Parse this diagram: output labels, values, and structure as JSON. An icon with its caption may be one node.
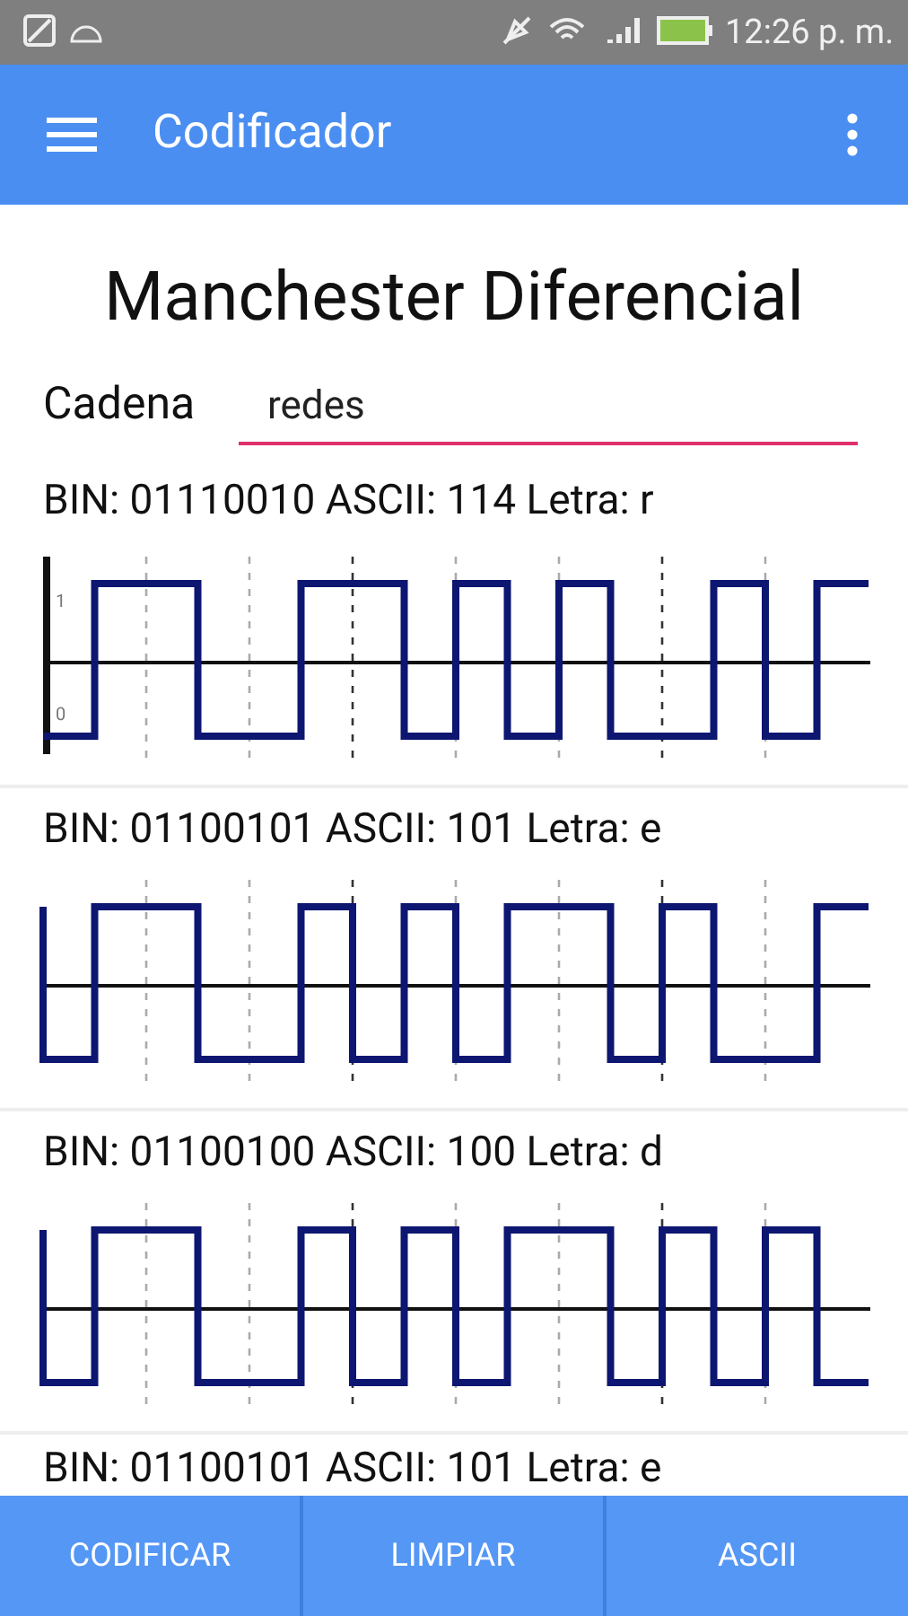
{
  "diagram": {
    "title": "Manchester Diferencial",
    "labels": [
      "12:26 p. m.",
      "Codificador",
      "Cadena",
      "redes",
      "BIN: 01110010 ASCII: 114 Letra: r",
      "1",
      "0",
      "BIN: 01100101 ASCII: 101 Letra: e",
      "BIN: 01100100 ASCII: 100 Letra: d",
      "BIN: 01100101 ASCII: 101 Letra: e",
      "CODIFICAR",
      "LIMPIAR",
      "ASCII"
    ]
  }
}
